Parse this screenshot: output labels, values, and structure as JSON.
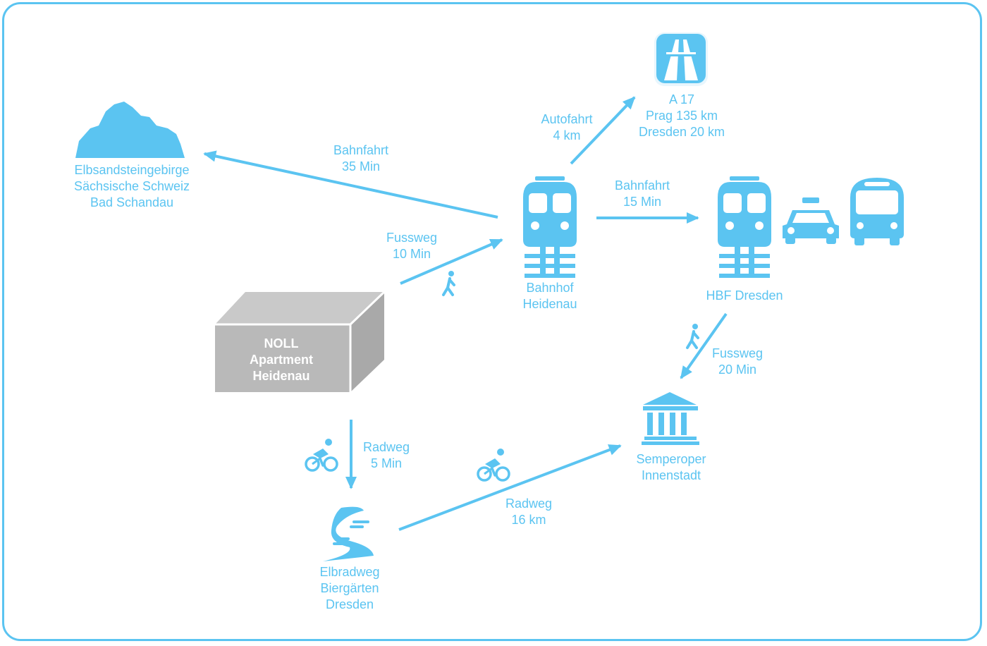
{
  "colors": {
    "accent": "#5bc4f1",
    "box_front": "#b9b9b9",
    "box_top": "#c9c9c9",
    "box_side": "#a9a9a9",
    "box_text": "#ffffff"
  },
  "nodes": {
    "mountains": {
      "icon": "mountain-icon",
      "label": "Elbsandsteingebirge\nSächsische Schweiz\nBad Schandau"
    },
    "autobahn": {
      "icon": "highway-icon",
      "label": "A 17\nPrag 135 km\nDresden 20 km"
    },
    "bahnhof": {
      "icon": "train-icon",
      "label": "Bahnhof\nHeidenau"
    },
    "hbf": {
      "icon": "train-icon",
      "extra_icons": [
        "taxi-icon",
        "bus-icon"
      ],
      "label": "HBF Dresden"
    },
    "apartment": {
      "icon": "box-icon",
      "label": "NOLL\nApartment\nHeidenau"
    },
    "semperoper": {
      "icon": "building-icon",
      "label": "Semperoper\nInnenstadt"
    },
    "elbradweg": {
      "icon": "river-icon",
      "label": "Elbradweg\nBiergärten\nDresden"
    }
  },
  "edges": {
    "bahnhof_mountains": {
      "label": "Bahnfahrt\n35 Min"
    },
    "bahnhof_autobahn": {
      "label": "Autofahrt\n4 km"
    },
    "bahnhof_hbf": {
      "label": "Bahnfahrt\n15 Min"
    },
    "apartment_bahnhof": {
      "label": "Fussweg\n10 Min",
      "icon": "walking-icon"
    },
    "hbf_semperoper": {
      "label": "Fussweg\n20 Min",
      "icon": "walking-icon"
    },
    "apartment_elbradweg": {
      "label": "Radweg\n5 Min",
      "icon": "bicycle-icon"
    },
    "elbradweg_semperoper": {
      "label": "Radweg\n16 km",
      "icon": "bicycle-icon"
    }
  }
}
